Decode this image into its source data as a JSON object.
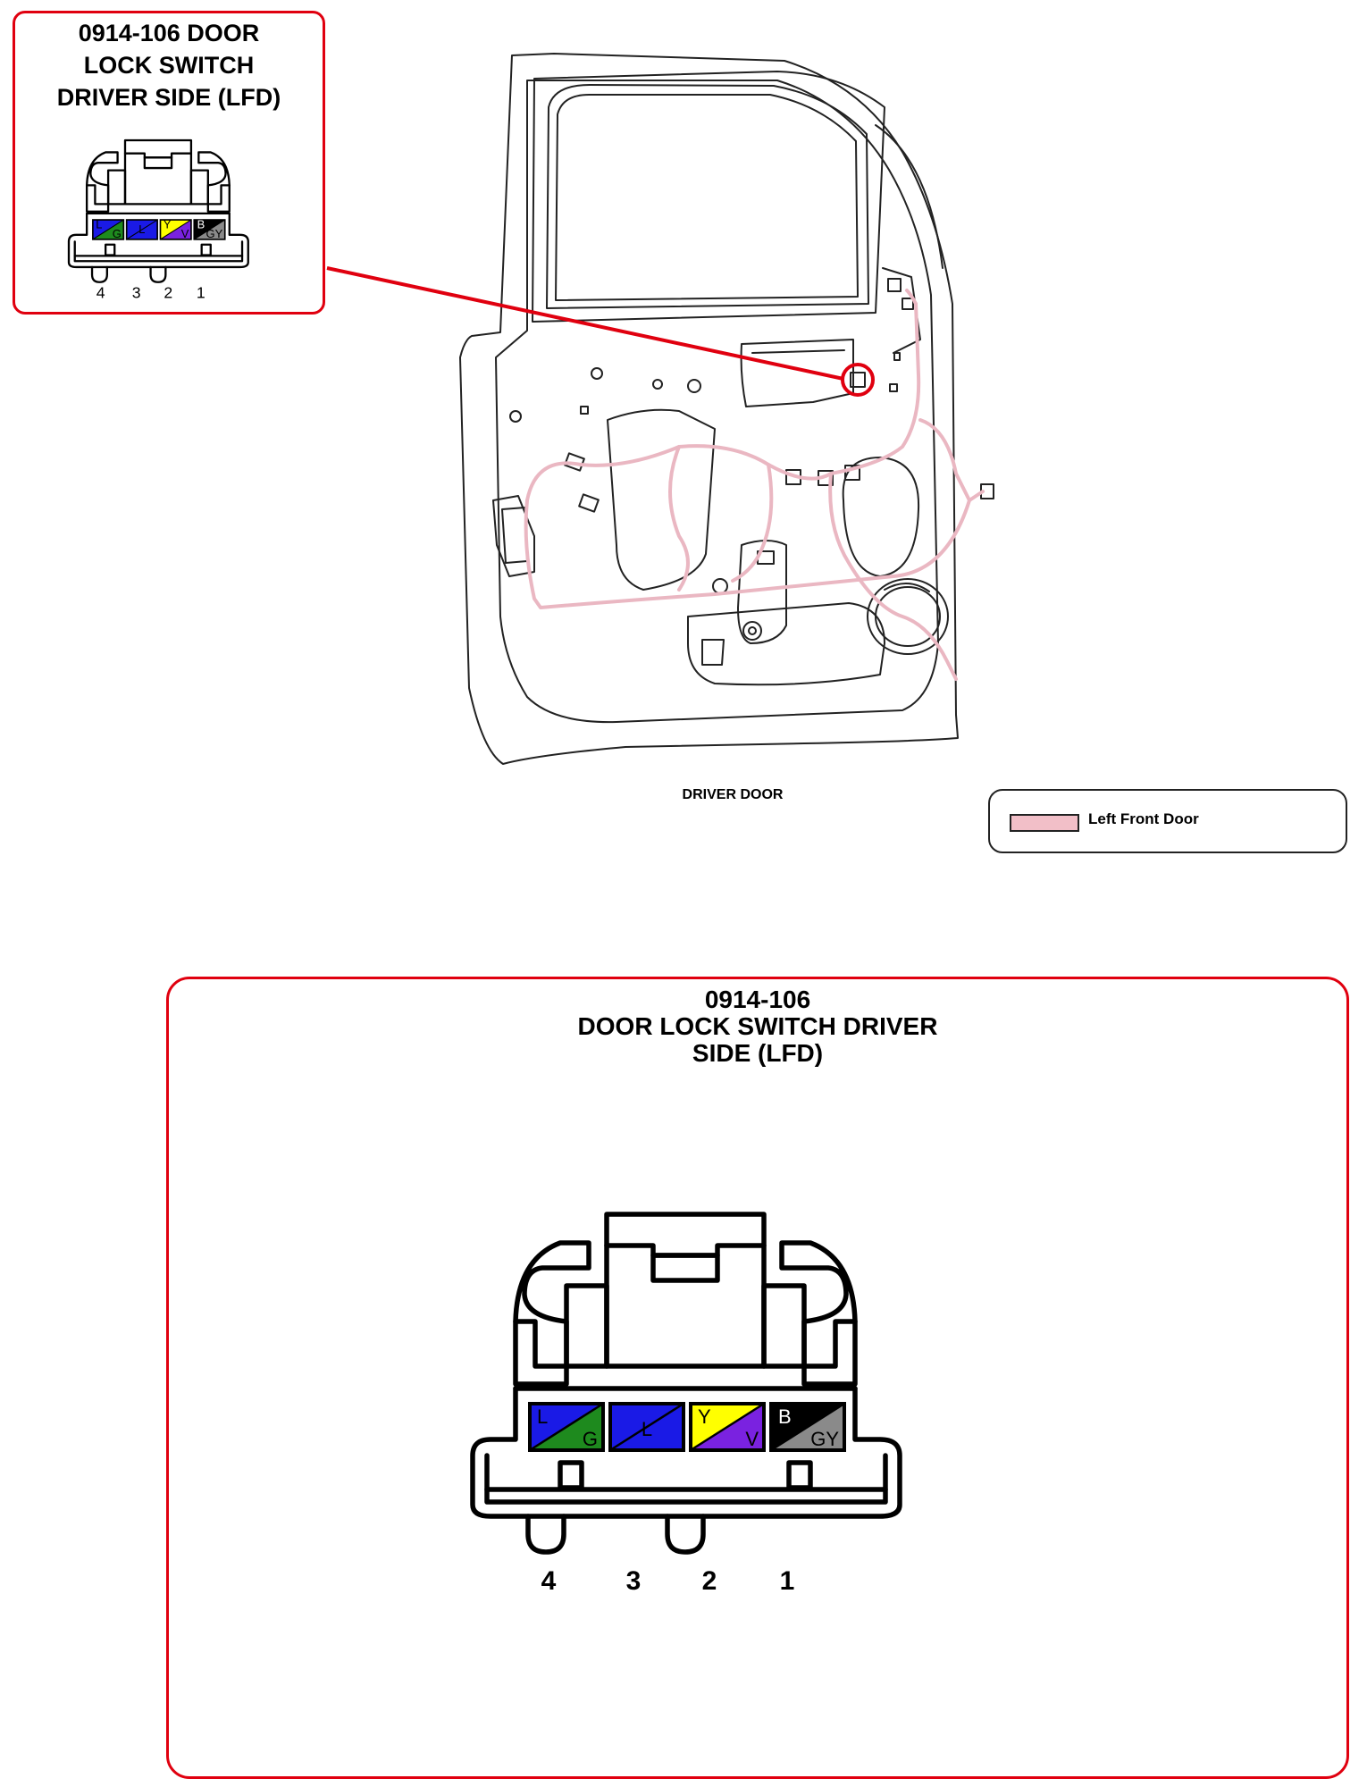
{
  "callout": {
    "title": "0914-106 DOOR\nLOCK SWITCH\nDRIVER SIDE (LFD)"
  },
  "detail": {
    "title": "0914-106\nDOOR LOCK SWITCH DRIVER\nSIDE (LFD)"
  },
  "connector": {
    "pins": [
      "4",
      "3",
      "2",
      "1"
    ],
    "cavities": [
      {
        "pin": "4",
        "top_code": "L",
        "bottom_code": "G",
        "top_color": "#1a1ae6",
        "bottom_color": "#1e8a1e"
      },
      {
        "pin": "3",
        "top_code": "L",
        "bottom_code": "",
        "top_color": "#1a1ae6",
        "bottom_color": "#1a1ae6"
      },
      {
        "pin": "2",
        "top_code": "Y",
        "bottom_code": "V",
        "top_color": "#ffff00",
        "bottom_color": "#7a22e0"
      },
      {
        "pin": "1",
        "top_code": "B",
        "bottom_code": "GY",
        "top_color": "#000000",
        "bottom_color": "#8a8a8a"
      }
    ]
  },
  "door": {
    "caption": "DRIVER DOOR",
    "harness_color": "#eab7c2"
  },
  "legend": {
    "label": "Left Front Door",
    "swatch_color": "#f2bfc8"
  },
  "accent_color": "#e0000f"
}
